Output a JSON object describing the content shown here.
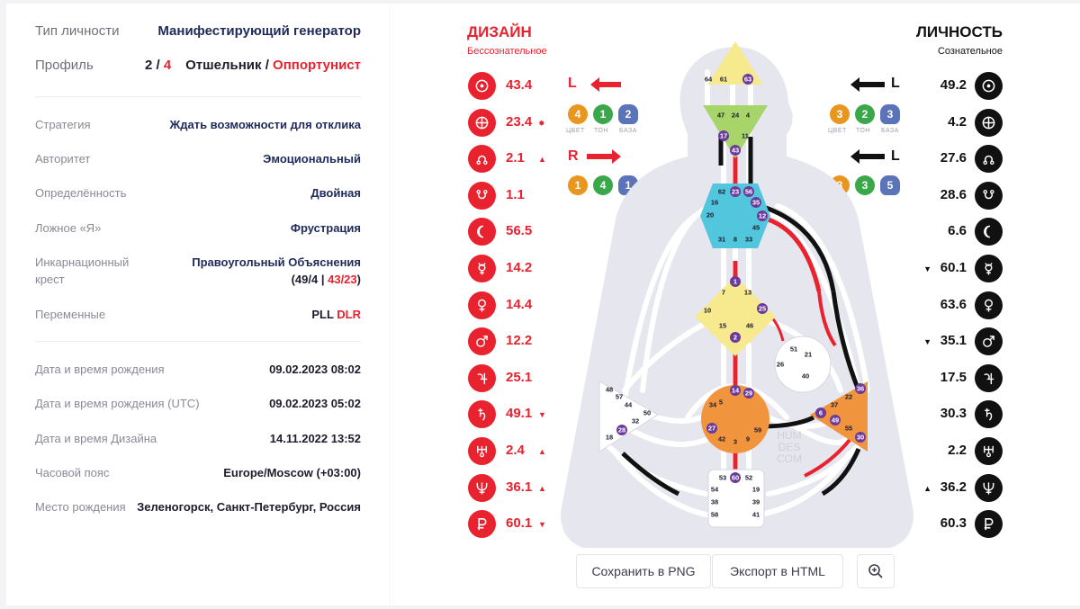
{
  "profile_panel": {
    "type": {
      "label": "Тип личности",
      "value": "Манифестирующий генератор"
    },
    "profile": {
      "label": "Профиль",
      "num_a": "2",
      "slash": "/",
      "num_b": "4",
      "name_a": "Отшельник",
      "name_sep": " / ",
      "name_b": "Оппортунист"
    },
    "strategy": {
      "label": "Стратегия",
      "value": "Ждать возможности для отклика"
    },
    "authority": {
      "label": "Авторитет",
      "value": "Эмоциональный"
    },
    "definition": {
      "label": "Определённость",
      "value": "Двойная"
    },
    "not_self": {
      "label": "Ложное «Я»",
      "value": "Фрустрация"
    },
    "cross": {
      "label_1": "Инкарнационный",
      "label_2": "крест",
      "value_1": "Правоугольный Объяснения",
      "open": "(",
      "gate_a": "49/4",
      "sep": " | ",
      "gate_b": "43/23",
      "close": ")"
    },
    "variables": {
      "label": "Переменные",
      "v1": "PLL",
      "v2": "DLR"
    },
    "birth": {
      "label": "Дата и время рождения",
      "value": "09.02.2023 08:02"
    },
    "birth_utc": {
      "label": "Дата и время рождения (UTC)",
      "value": "09.02.2023 05:02"
    },
    "design_time": {
      "label": "Дата и время Дизайна",
      "value": "14.11.2022 13:52"
    },
    "timezone": {
      "label": "Часовой пояс",
      "value": "Europe/Moscow (+03:00)"
    },
    "place": {
      "label": "Место рождения",
      "value": "Зеленогорск, Санкт-Петербург, Россия"
    }
  },
  "design": {
    "title": "ДИЗАЙН",
    "subtitle": "Бессознательное",
    "color": "#e8222e",
    "planets": [
      {
        "icon": "sun-icon",
        "value": "43.4",
        "mark": ""
      },
      {
        "icon": "earth-icon",
        "value": "23.4",
        "mark": "✸"
      },
      {
        "icon": "north-node-icon",
        "value": "2.1",
        "mark": "▲"
      },
      {
        "icon": "south-node-icon",
        "value": "1.1",
        "mark": ""
      },
      {
        "icon": "moon-icon",
        "value": "56.5",
        "mark": ""
      },
      {
        "icon": "mercury-icon",
        "value": "14.2",
        "mark": ""
      },
      {
        "icon": "venus-icon",
        "value": "14.4",
        "mark": ""
      },
      {
        "icon": "mars-icon",
        "value": "12.2",
        "mark": ""
      },
      {
        "icon": "jupiter-icon",
        "value": "25.1",
        "mark": ""
      },
      {
        "icon": "saturn-icon",
        "value": "49.1",
        "mark": "▼"
      },
      {
        "icon": "uranus-icon",
        "value": "2.4",
        "mark": "▲"
      },
      {
        "icon": "neptune-icon",
        "value": "36.1",
        "mark": "▲"
      },
      {
        "icon": "pluto-icon",
        "value": "60.1",
        "mark": "▼"
      }
    ],
    "variable_top": {
      "letter": "L",
      "badges": [
        "4",
        "1",
        "2"
      ]
    },
    "variable_bottom": {
      "letter": "R",
      "badges": [
        "1",
        "4",
        "1"
      ]
    }
  },
  "personality": {
    "title": "ЛИЧНОСТЬ",
    "subtitle": "Сознательное",
    "color": "#111111",
    "planets": [
      {
        "icon": "sun-icon",
        "value": "49.2",
        "mark": ""
      },
      {
        "icon": "earth-icon",
        "value": "4.2",
        "mark": ""
      },
      {
        "icon": "north-node-icon",
        "value": "27.6",
        "mark": ""
      },
      {
        "icon": "south-node-icon",
        "value": "28.6",
        "mark": ""
      },
      {
        "icon": "moon-icon",
        "value": "6.6",
        "mark": ""
      },
      {
        "icon": "mercury-icon",
        "value": "60.1",
        "mark": "▼"
      },
      {
        "icon": "venus-icon",
        "value": "63.6",
        "mark": ""
      },
      {
        "icon": "mars-icon",
        "value": "35.1",
        "mark": "▼"
      },
      {
        "icon": "jupiter-icon",
        "value": "17.5",
        "mark": ""
      },
      {
        "icon": "saturn-icon",
        "value": "30.3",
        "mark": ""
      },
      {
        "icon": "uranus-icon",
        "value": "2.2",
        "mark": ""
      },
      {
        "icon": "neptune-icon",
        "value": "36.2",
        "mark": "▲"
      },
      {
        "icon": "pluto-icon",
        "value": "60.3",
        "mark": ""
      }
    ],
    "variable_top": {
      "letter": "L",
      "badges": [
        "3",
        "2",
        "3"
      ]
    },
    "variable_bottom": {
      "letter": "L",
      "badges": [
        "3",
        "3",
        "5"
      ]
    }
  },
  "variable_captions": [
    "ЦВЕТ",
    "ТОН",
    "БАЗА"
  ],
  "badge_colors": [
    "#e8961e",
    "#3aa84a",
    "#5b73b8"
  ],
  "centers": {
    "head": {
      "color": "#f7e98e",
      "gates": [
        "64",
        "61",
        "63"
      ]
    },
    "ajna": {
      "color": "#a8d56a",
      "gates": [
        "47",
        "24",
        "4",
        "17",
        "43",
        "11"
      ]
    },
    "throat": {
      "color": "#52c6dc",
      "gates": [
        "62",
        "23",
        "56",
        "16",
        "35",
        "20",
        "12",
        "45",
        "31",
        "8",
        "33"
      ]
    },
    "g": {
      "color": "#f7e98e",
      "gates": [
        "1",
        "7",
        "13",
        "10",
        "25",
        "15",
        "46",
        "2"
      ]
    },
    "ego": {
      "color": "#ffffff",
      "gates": [
        "51",
        "21",
        "26",
        "40"
      ]
    },
    "sacral": {
      "color": "#f0953e",
      "gates": [
        "14",
        "5",
        "29",
        "34",
        "27",
        "59",
        "42",
        "3",
        "9"
      ]
    },
    "spleen": {
      "color": "#ffffff",
      "gates": [
        "48",
        "57",
        "44",
        "50",
        "32",
        "28",
        "18"
      ]
    },
    "solar": {
      "color": "#f0953e",
      "gates": [
        "36",
        "22",
        "37",
        "6",
        "49",
        "55",
        "30"
      ]
    },
    "root": {
      "color": "#ffffff",
      "gates": [
        "53",
        "60",
        "52",
        "54",
        "19",
        "38",
        "39",
        "58",
        "41"
      ]
    }
  },
  "watermark": [
    "HUM",
    "DES",
    "COM"
  ],
  "buttons": {
    "save_png": "Сохранить в PNG",
    "export_html": "Экспорт в HTML",
    "zoom_icon": "zoom-in-icon"
  }
}
